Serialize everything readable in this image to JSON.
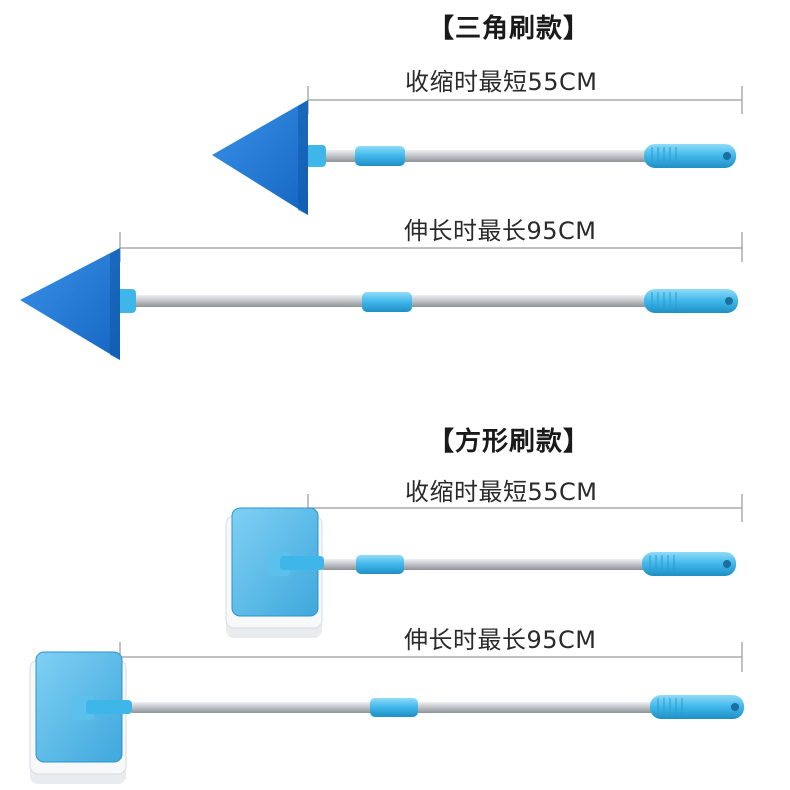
{
  "sections": [
    {
      "heading": "【三角刷款】",
      "short_label": "收缩时最短55CM",
      "long_label": "伸长时最长95CM"
    },
    {
      "heading": "【方形刷款】",
      "short_label": "收缩时最短55CM",
      "long_label": "伸长时最长95CM"
    }
  ],
  "colors": {
    "brush_blue": "#1e78d6",
    "square_head_blue": "#4bb8ea",
    "grip_blue": "#3fb6ea",
    "pole_silver": "#c9ccd0",
    "sponge_white": "#f1f3f5",
    "dim_line": "#9a9a9a"
  }
}
